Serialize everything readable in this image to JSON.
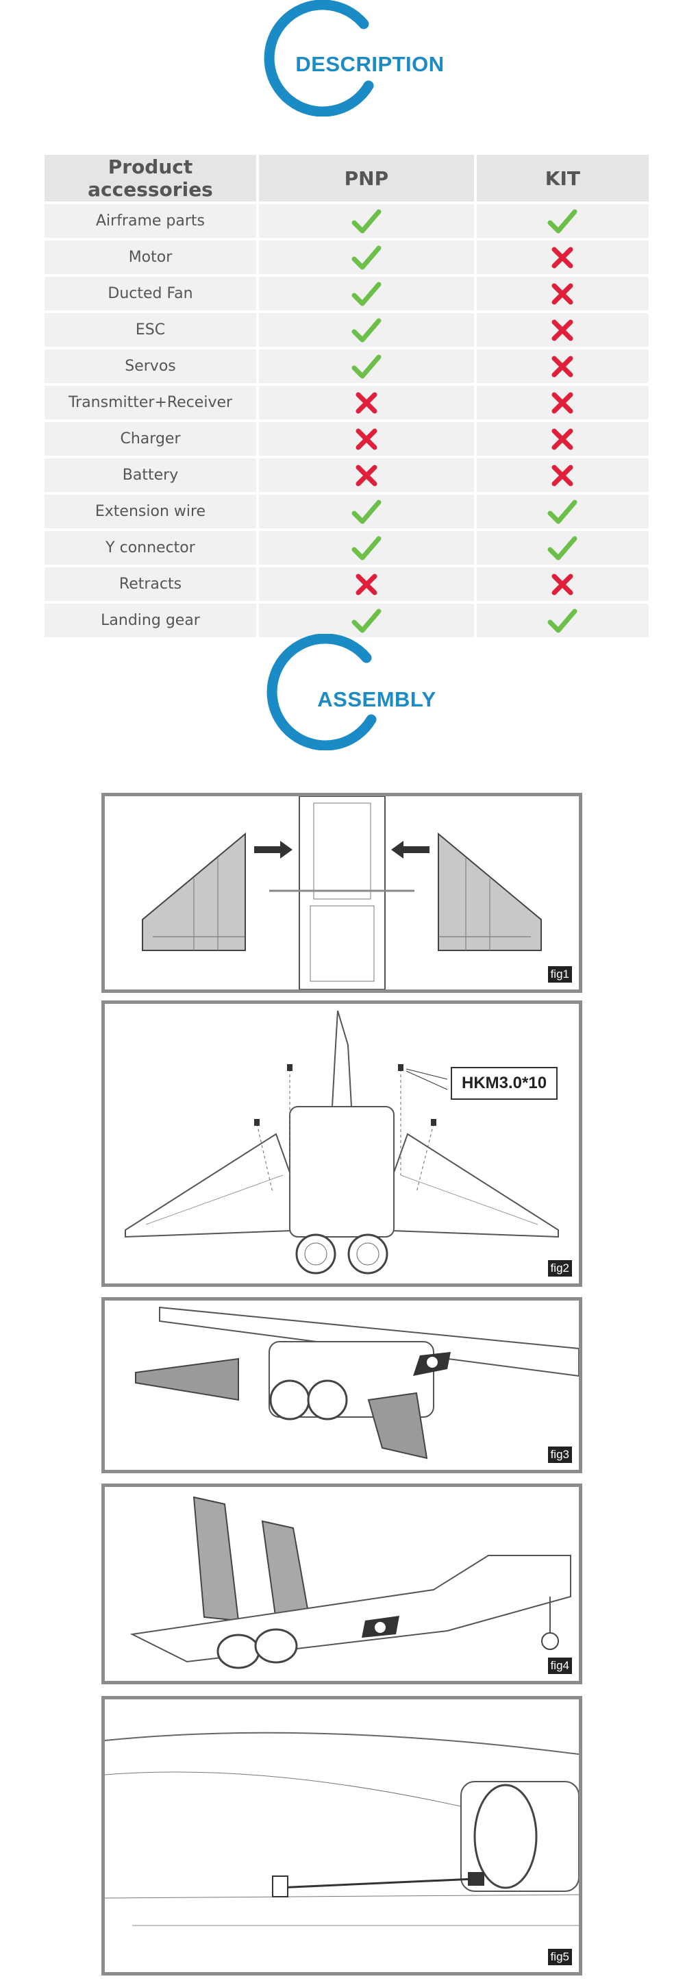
{
  "description": {
    "title": "DESCRIPTION"
  },
  "table": {
    "headers": [
      "Product accessories",
      "PNP",
      "KIT"
    ],
    "rows": [
      {
        "label": "Airframe parts",
        "pnp": "yes",
        "kit": "yes"
      },
      {
        "label": "Motor",
        "pnp": "yes",
        "kit": "no"
      },
      {
        "label": "Ducted Fan",
        "pnp": "yes",
        "kit": "no"
      },
      {
        "label": "ESC",
        "pnp": "yes",
        "kit": "no"
      },
      {
        "label": "Servos",
        "pnp": "yes",
        "kit": "no"
      },
      {
        "label": "Transmitter+Receiver",
        "pnp": "no",
        "kit": "no"
      },
      {
        "label": "Charger",
        "pnp": "no",
        "kit": "no"
      },
      {
        "label": "Battery",
        "pnp": "no",
        "kit": "no"
      },
      {
        "label": "Extension wire",
        "pnp": "yes",
        "kit": "yes"
      },
      {
        "label": "Y connector",
        "pnp": "yes",
        "kit": "yes"
      },
      {
        "label": "Retracts",
        "pnp": "no",
        "kit": "no"
      },
      {
        "label": "Landing gear",
        "pnp": "yes",
        "kit": "yes"
      }
    ]
  },
  "assembly": {
    "title": "ASSEMBLY"
  },
  "figures": {
    "fig1": "fig1",
    "fig2": "fig2",
    "fig2_callout": "HKM3.0*10",
    "fig3": "fig3",
    "fig4": "fig4",
    "fig5": "fig5"
  },
  "colors": {
    "accent": "#1a8bc4",
    "check": "#6cc04a",
    "cross": "#e0203a"
  }
}
